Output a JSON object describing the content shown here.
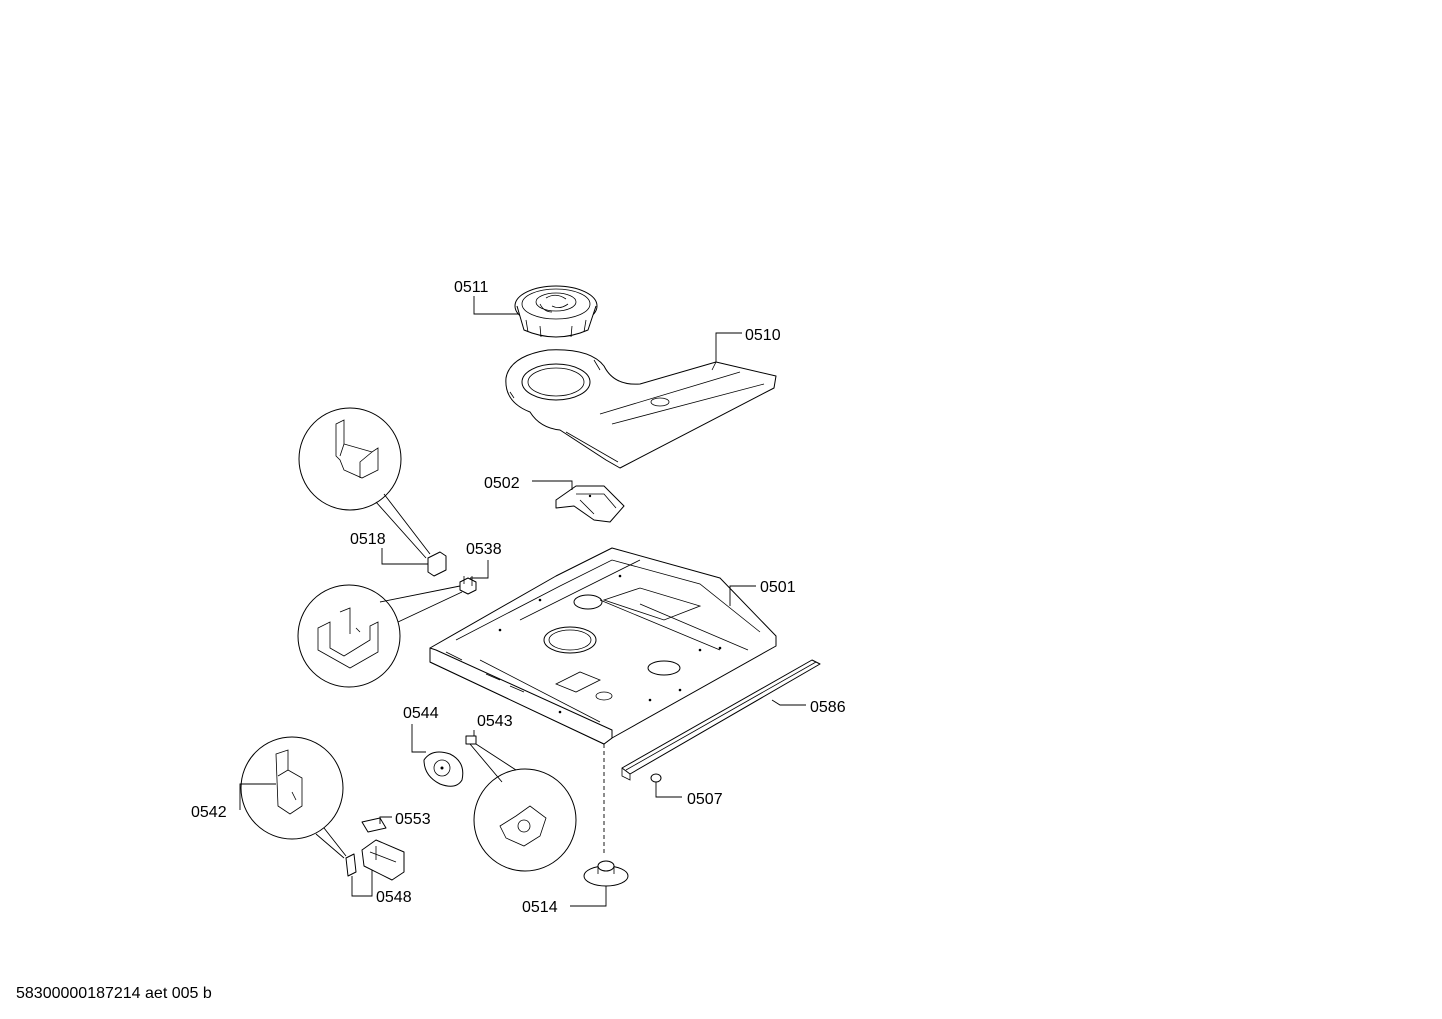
{
  "drawing": {
    "footer_code": "58300000187214 aet 005 b",
    "parts": [
      {
        "id": "0511"
      },
      {
        "id": "0510"
      },
      {
        "id": "0502"
      },
      {
        "id": "0518"
      },
      {
        "id": "0538"
      },
      {
        "id": "0501"
      },
      {
        "id": "0586"
      },
      {
        "id": "0544"
      },
      {
        "id": "0543"
      },
      {
        "id": "0542"
      },
      {
        "id": "0553"
      },
      {
        "id": "0548"
      },
      {
        "id": "0507"
      },
      {
        "id": "0514"
      }
    ]
  }
}
